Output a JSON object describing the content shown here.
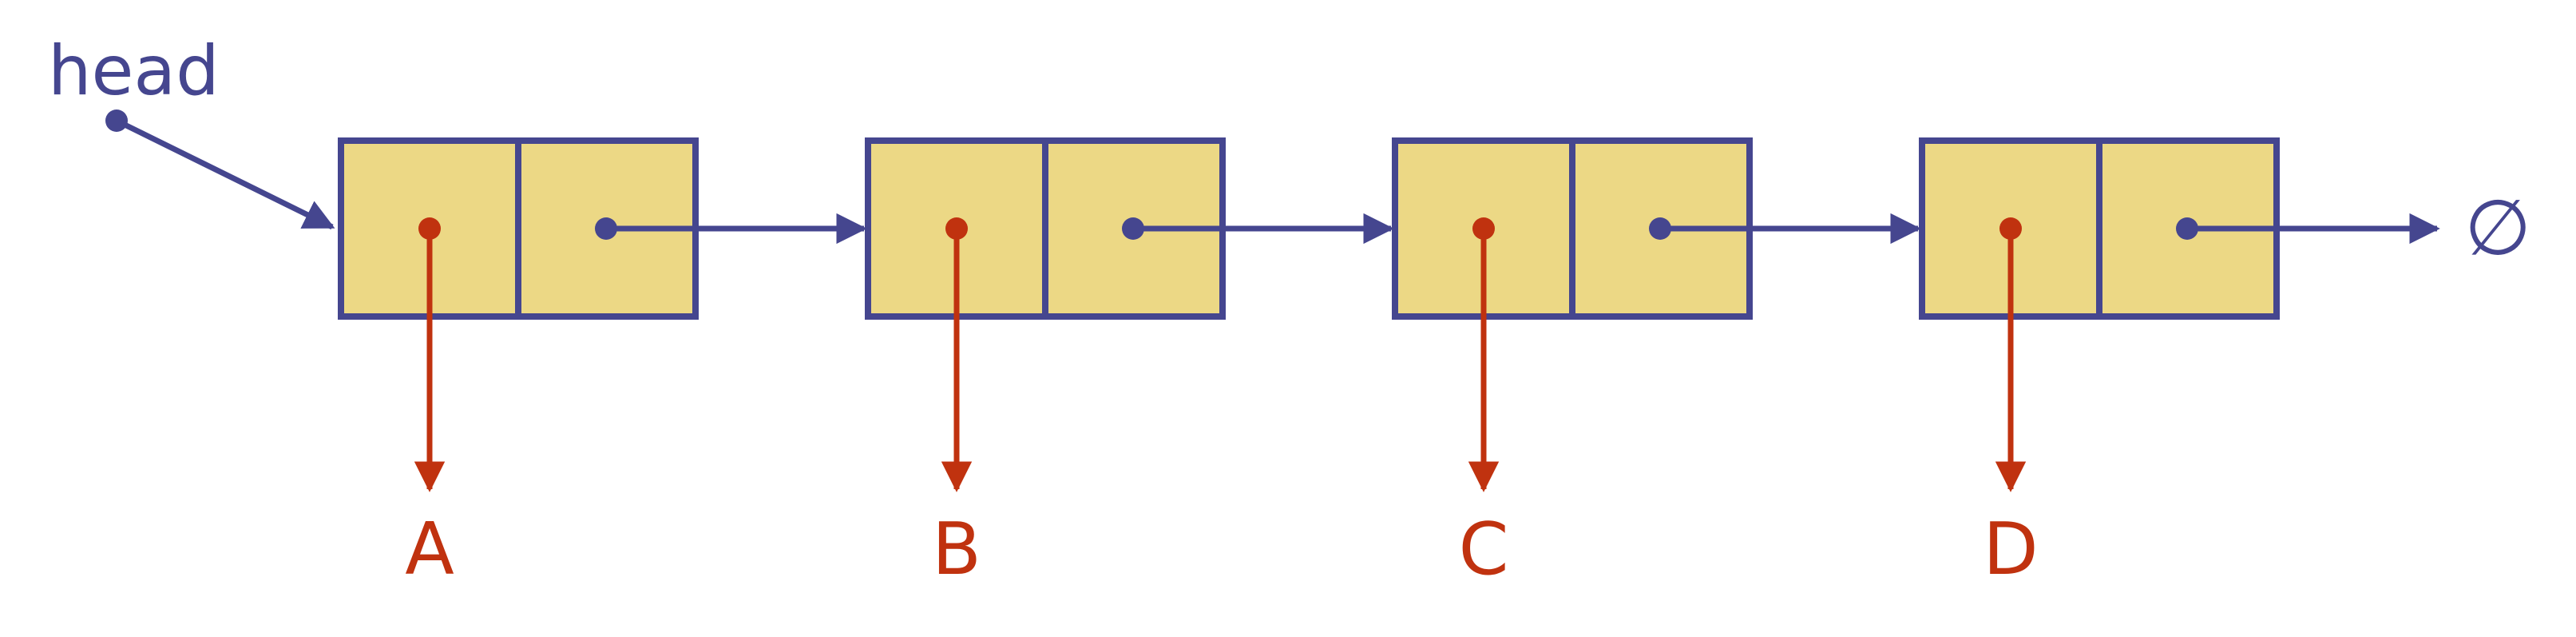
{
  "head_label": "head",
  "null_symbol": "∅",
  "nodes": [
    {
      "element": "A"
    },
    {
      "element": "B"
    },
    {
      "element": "C"
    },
    {
      "element": "D"
    }
  ],
  "colors": {
    "structure": "#45468f",
    "element": "#c0320f",
    "node_fill": "#ecd885",
    "background": "#ffffff"
  }
}
